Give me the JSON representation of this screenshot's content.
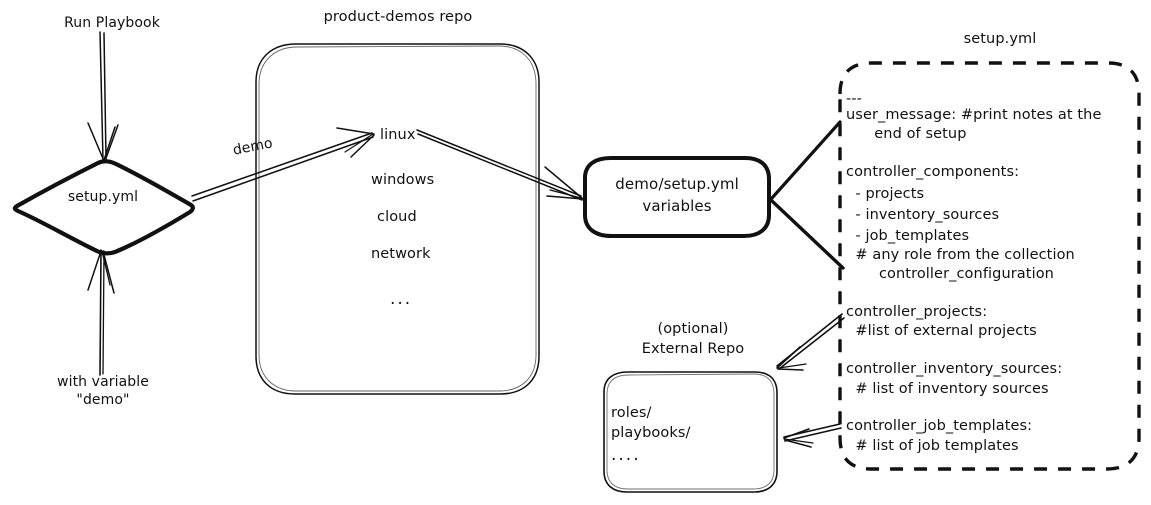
{
  "diagram": {
    "title": "Ansible product-demos setup.yml flow",
    "stroke_color": "#111111",
    "background": "#ffffff"
  },
  "labels": {
    "run_playbook": "Run Playbook",
    "with_variable_line1": "with variable",
    "with_variable_line2": "\"demo\"",
    "demo_edge": "޲޲ demo ޳޳",
    "repo_title": "product-demos repo",
    "setup_yml_title": "setup.yml",
    "external_repo_line1": "(optional)",
    "external_repo_line2": "External Repo"
  },
  "diamond_node": {
    "label": "setup.yml"
  },
  "repo_box": {
    "items": [
      "linux",
      "windows",
      "cloud",
      "network",
      "..."
    ]
  },
  "vars_box": {
    "line1": "޲޲demo޳޳/setup.yml",
    "line2": "variables"
  },
  "external_repo_box": {
    "items": [
      "roles/",
      "playbooks/",
      "...."
    ]
  },
  "setup_yml_box": {
    "blocks": [
      {
        "name": "doc-start",
        "lines": [
          "---"
        ]
      },
      {
        "name": "user-message",
        "lines": [
          "user_message: #print notes at the",
          "      end of setup"
        ]
      },
      {
        "name": "controller-components",
        "lines": [
          "controller_components:",
          "  - projects",
          "  - inventory_sources",
          "  - job_templates",
          "  # any role from the collection",
          "       controller_configuration"
        ]
      },
      {
        "name": "controller-projects",
        "lines": [
          "controller_projects:",
          "  #list of external projects"
        ]
      },
      {
        "name": "controller-inventory-sources",
        "lines": [
          "controller_inventory_sources:",
          "  # list of inventory sources"
        ]
      },
      {
        "name": "controller-job-templates",
        "lines": [
          "controller_job_templates:",
          "  # list of job templates"
        ]
      }
    ]
  }
}
